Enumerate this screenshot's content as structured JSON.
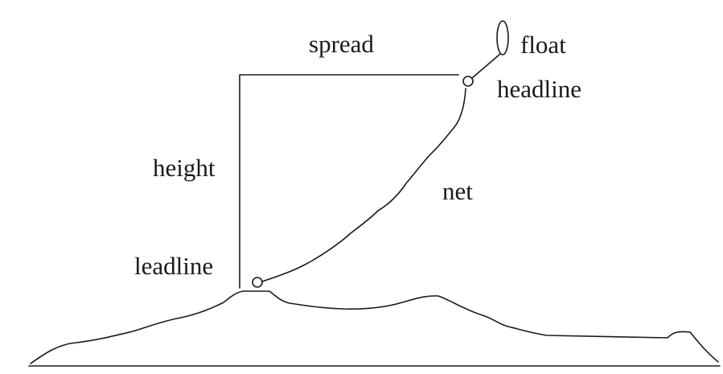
{
  "labels": {
    "spread": "spread",
    "float": "float",
    "headline": "headline",
    "height": "height",
    "net": "net",
    "leadline": "leadline"
  }
}
